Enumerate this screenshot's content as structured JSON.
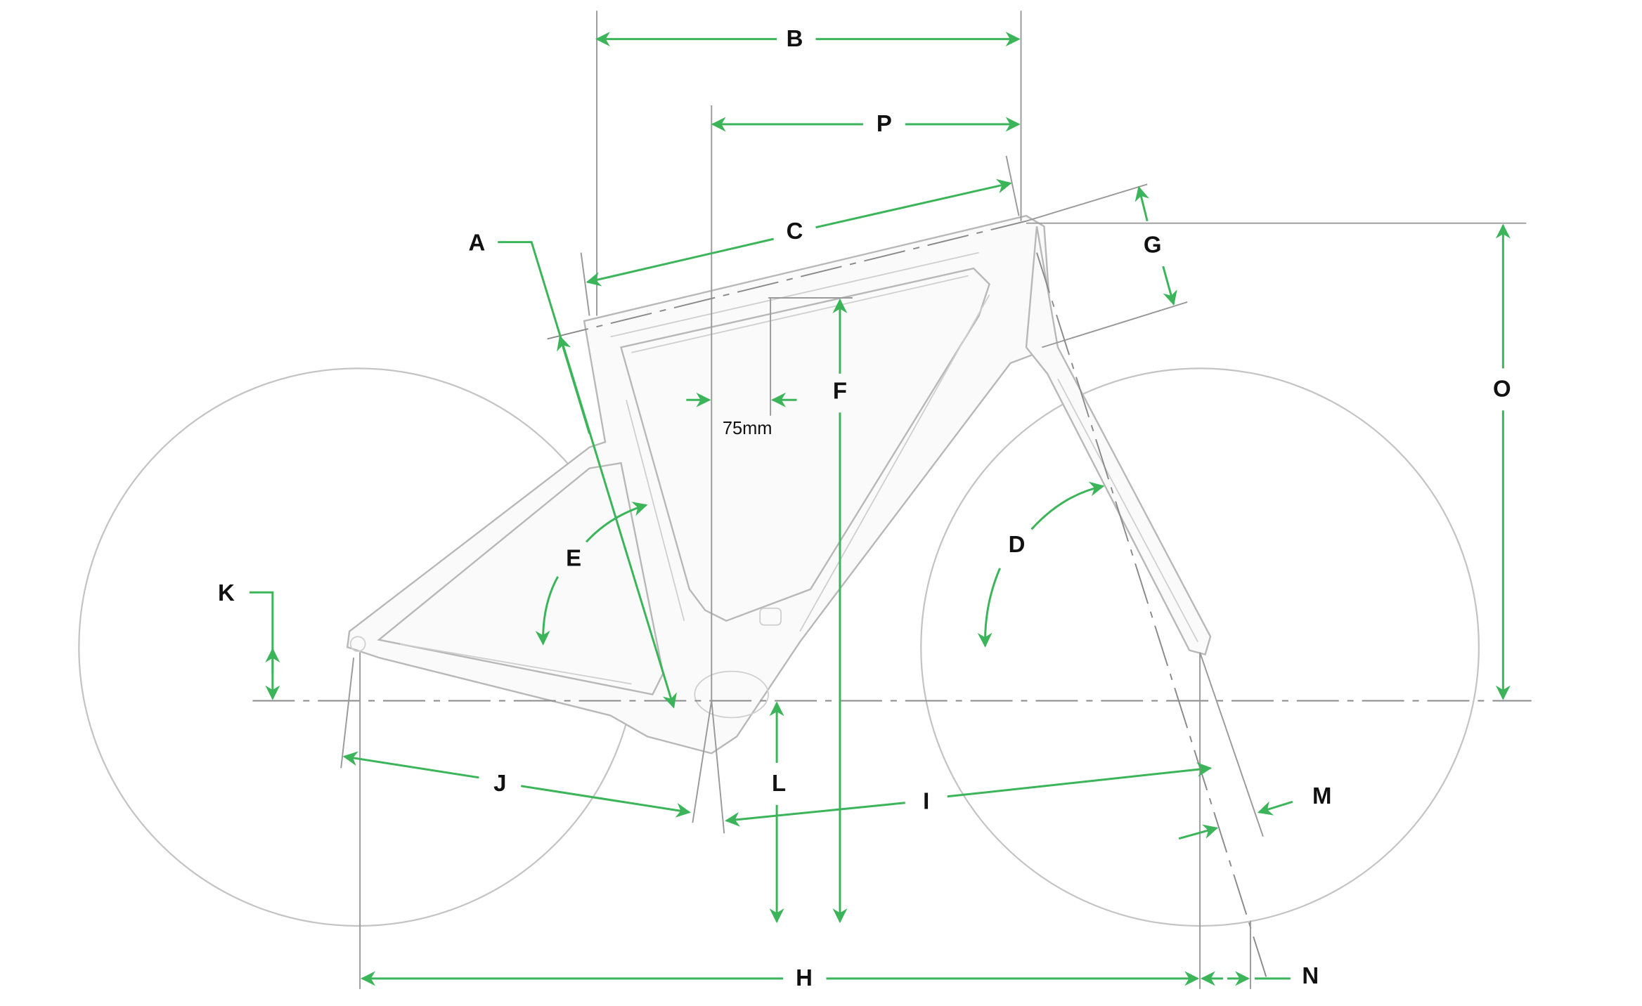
{
  "diagram": {
    "accent_color": "#3cb55a",
    "labels": {
      "A": "A",
      "B": "B",
      "C": "C",
      "D": "D",
      "E": "E",
      "F": "F",
      "G": "G",
      "H": "H",
      "I": "I",
      "J": "J",
      "K": "K",
      "L": "L",
      "M": "M",
      "N": "N",
      "O": "O",
      "P": "P"
    },
    "offset_note": "75mm"
  }
}
